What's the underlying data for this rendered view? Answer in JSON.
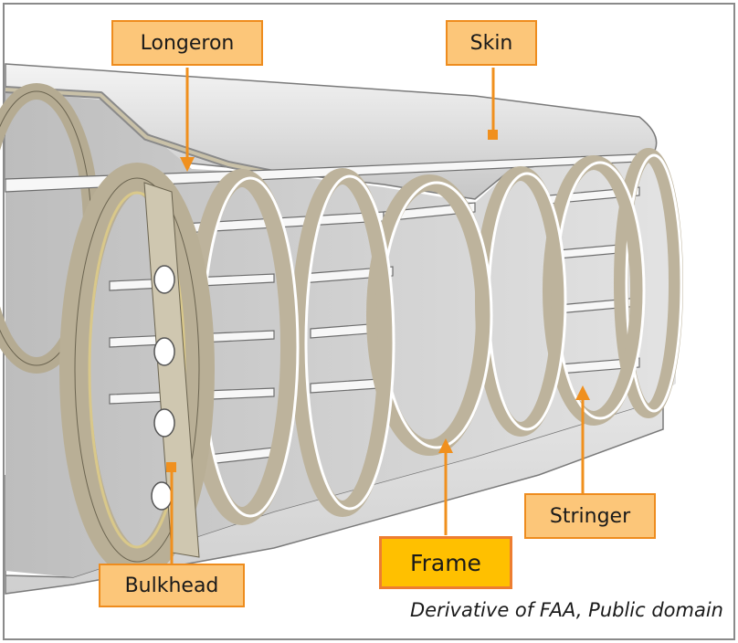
{
  "labels": {
    "longeron": "Longeron",
    "skin": "Skin",
    "bulkhead": "Bulkhead",
    "frame": "Frame",
    "stringer": "Stringer"
  },
  "credit": "Derivative of FAA, Public domain",
  "colors": {
    "label_fill": "#fcc679",
    "label_border": "#ee8c1e",
    "frame_label_fill": "#ffc000",
    "leader": "#f0901e",
    "frame_tan": "#bdb39c",
    "skin_grey": "#dcdcdc",
    "border": "#8a8a8a"
  }
}
